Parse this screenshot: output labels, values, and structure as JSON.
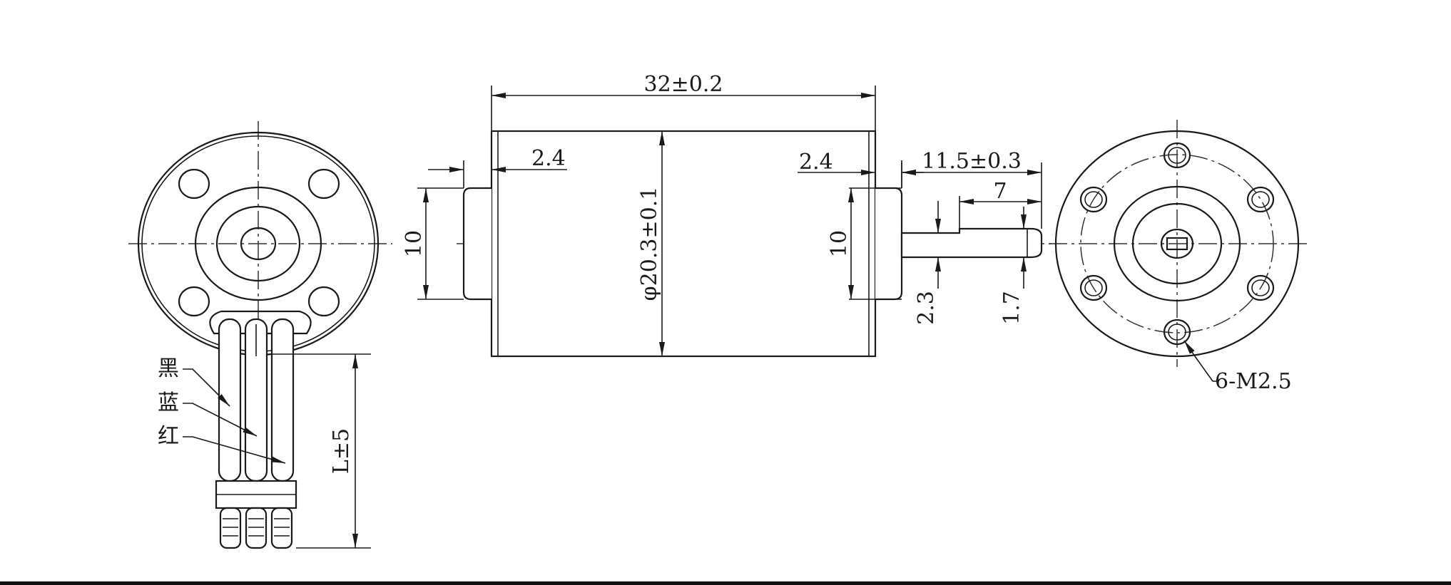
{
  "diagram": {
    "dimensions": {
      "overall_length": "32±0.2",
      "body_diameter": "φ20.3±0.1",
      "left_boss_length": "2.4",
      "right_boss_length": "2.4",
      "left_boss_diameter": "10",
      "right_boss_diameter": "10",
      "shaft_length": "11.5±0.3",
      "flat_length": "7",
      "shaft_diameter": "2.3",
      "flat_thickness": "1.7",
      "lead_length": "L±5",
      "mounting_holes": "6-M2.5"
    },
    "wire_labels": {
      "black": "黑",
      "blue": "蓝",
      "red": "红"
    }
  }
}
